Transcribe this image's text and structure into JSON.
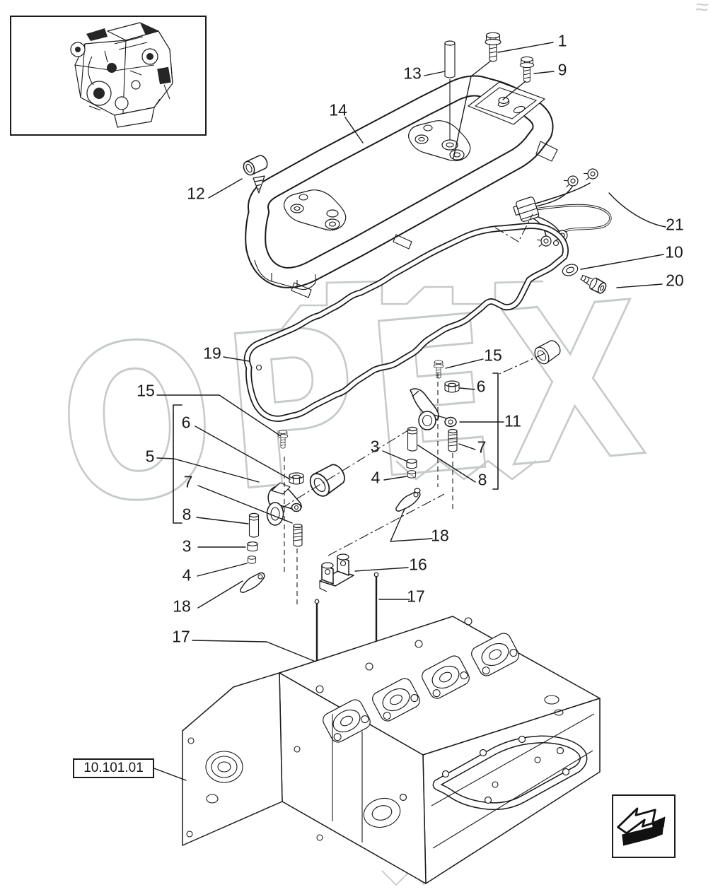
{
  "diagram": {
    "type": "exploded-parts-diagram",
    "callouts": [
      {
        "label": "1"
      },
      {
        "label": "9"
      },
      {
        "label": "13"
      },
      {
        "label": "14"
      },
      {
        "label": "12"
      },
      {
        "label": "21"
      },
      {
        "label": "10"
      },
      {
        "label": "20"
      },
      {
        "label": "19"
      },
      {
        "label": "15"
      },
      {
        "label": "6"
      },
      {
        "label": "11"
      },
      {
        "label": "7"
      },
      {
        "label": "8"
      },
      {
        "label": "15"
      },
      {
        "label": "6"
      },
      {
        "label": "5"
      },
      {
        "label": "7"
      },
      {
        "label": "8"
      },
      {
        "label": "3"
      },
      {
        "label": "4"
      },
      {
        "label": "18"
      },
      {
        "label": "17"
      },
      {
        "label": "3"
      },
      {
        "label": "4"
      },
      {
        "label": "18"
      },
      {
        "label": "16"
      },
      {
        "label": "17"
      }
    ]
  },
  "reference_box": {
    "label": "10.101.01"
  },
  "watermark": {
    "text": "OPEX",
    "color": "#c6caca"
  },
  "icons": {
    "nav_arrow": "previous-page-arrow",
    "thumbnail": "engine-overview-line-art"
  }
}
